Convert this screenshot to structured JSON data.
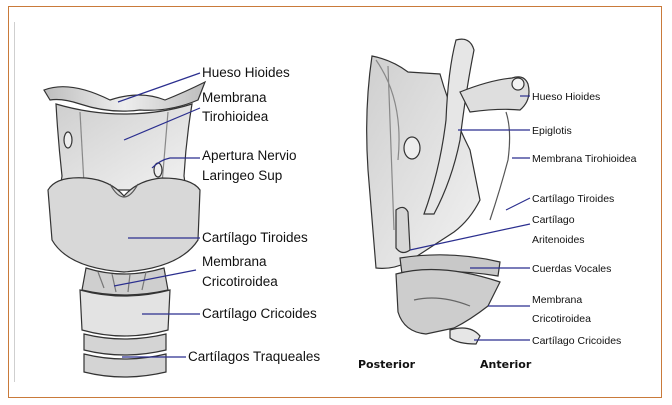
{
  "left_labels": [
    "Hueso Hioides",
    "Membrana",
    "Tirohioidea",
    "Apertura Nervio",
    "Laringeo Sup",
    "Cartílago Tiroides",
    "Membrana",
    "Cricotiroidea",
    "Cartílago Cricoides",
    "Cartílagos Traqueales"
  ],
  "right_labels": [
    "Hueso Hioides",
    "Epiglotis",
    "Membrana Tirohioidea",
    "Cartílago Tiroides",
    "Cartílago",
    "Aritenoides",
    "Cuerdas Vocales",
    "Membrana",
    "Cricotiroidea",
    "Cartílago Cricoides"
  ],
  "view_labels": {
    "posterior": "Posterior",
    "anterior": "Anterior"
  },
  "colors": {
    "border": "#c97a3a",
    "pointer_line": "#2b2f8f",
    "cartilage_fill": "#dcdcdc",
    "outline": "#333333"
  }
}
